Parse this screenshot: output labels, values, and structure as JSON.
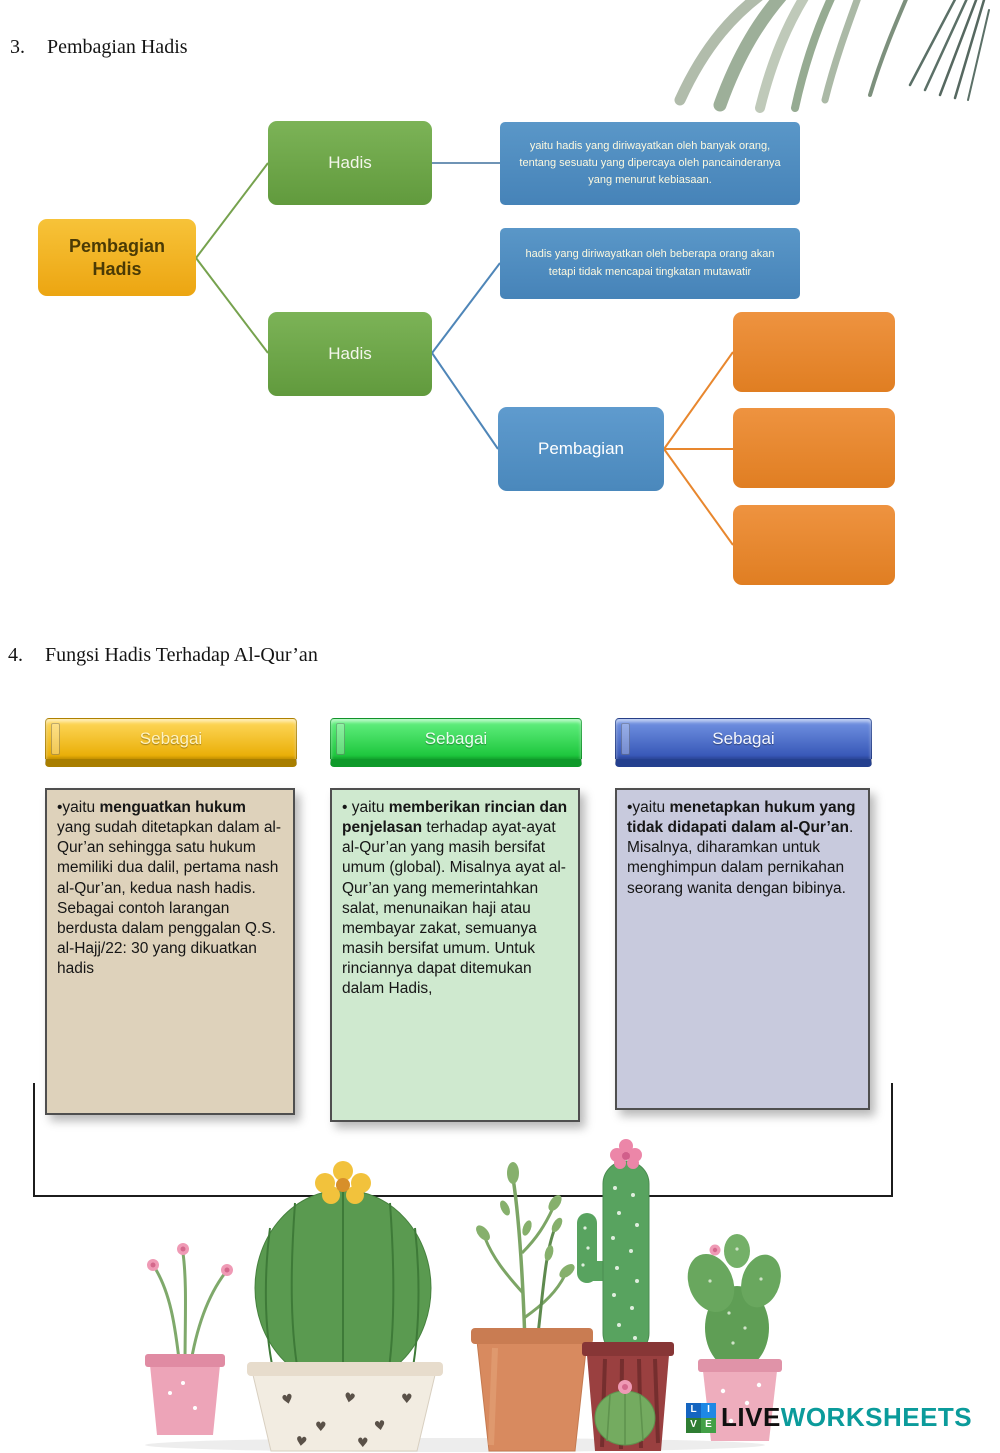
{
  "sections": {
    "s3": {
      "number": "3.",
      "title": "Pembagian Hadis"
    },
    "s4": {
      "number": "4.",
      "title": "Fungsi Hadis Terhadap Al-Qur’an"
    }
  },
  "flowchart": {
    "root_label": "Pembagian\nHadis",
    "hadis_top_label": "Hadis",
    "hadis_bottom_label": "Hadis",
    "desc_top": "yaitu hadis yang diriwayatkan oleh banyak orang, tentang sesuatu yang dipercaya oleh pancainderanya yang menurut kebiasaan.",
    "desc_bottom": "hadis yang diriwayatkan oleh beberapa orang akan tetapi tidak mencapai tingkatan mutawatir",
    "pembagian_label": "Pembagian",
    "answer_boxes": [
      "",
      "",
      ""
    ],
    "colors": {
      "root": "#f0ae1c",
      "hadis": "#6ca84a",
      "desc": "#4f8fc0",
      "pembagian": "#5591c8",
      "answer": "#e8872e"
    }
  },
  "panels": [
    {
      "header": "Sebagai",
      "header_color": "#eeb500",
      "body_color": "#ded2bb",
      "runs": [
        {
          "t": "•yaitu ",
          "b": false
        },
        {
          "t": "menguatkan hukum",
          "b": true
        },
        {
          "t": " yang sudah ditetapkan dalam al-Qur’an sehingga satu hukum memiliki dua dalil, pertama nash al-Qur’an, kedua nash hadis. Sebagai contoh larangan berdusta dalam penggalan Q.S. al-Hajj/22: 30  yang dikuatkan hadis",
          "b": false
        }
      ]
    },
    {
      "header": "Sebagai",
      "header_color": "#27cf45",
      "body_color": "#cfe9cf",
      "runs": [
        {
          "t": "• yaitu  ",
          "b": false
        },
        {
          "t": "memberikan rincian dan penjelasan",
          "b": true
        },
        {
          "t": " terhadap ayat-ayat al-Qur’an yang masih bersifat umum (global). Misalnya ayat al-Qur’an yang memerintahkan salat, menunaikan haji atau membayar zakat, semuanya masih bersifat umum. Untuk rinciannya dapat ditemukan dalam Hadis,",
          "b": false
        }
      ]
    },
    {
      "header": "Sebagai",
      "header_color": "#3b5fc0",
      "body_color": "#c8cadd",
      "runs": [
        {
          "t": "•yaitu ",
          "b": false
        },
        {
          "t": "menetapkan hukum yang tidak didapati dalam al-Qur’an",
          "b": true
        },
        {
          "t": ". Misalnya, diharamkan untuk menghimpun dalam pernikahan seorang wanita dengan bibinya.",
          "b": false
        }
      ]
    }
  ],
  "footer": {
    "logo_letters": [
      "L",
      "I",
      "V",
      "E"
    ],
    "brand_black": "LIVE",
    "brand_teal": "WORKSHEETS",
    "brand_teal_color": "#0b9b9b"
  }
}
